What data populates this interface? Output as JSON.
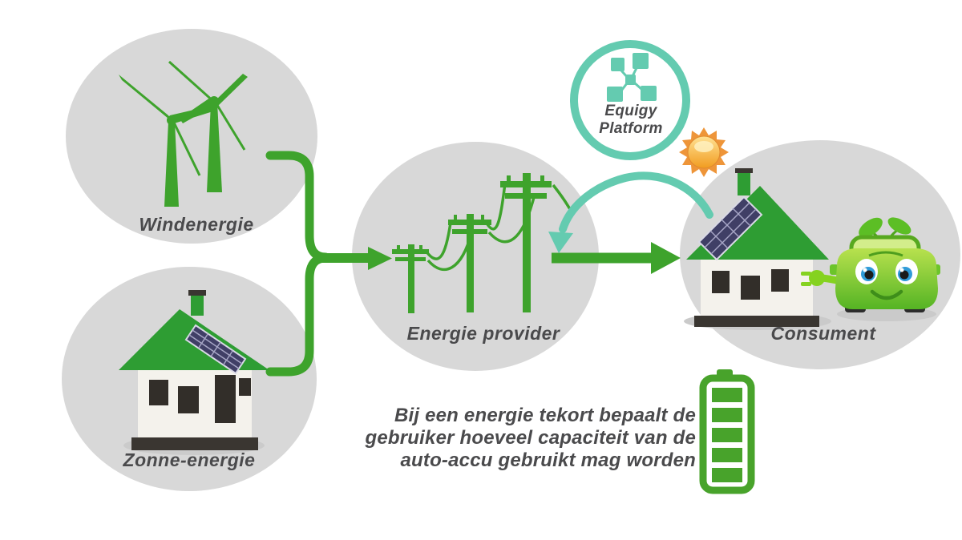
{
  "diagram_title": "Equigy platform energy flow infographic",
  "nodes": {
    "wind": {
      "label": "Windenergie"
    },
    "solar": {
      "label": "Zonne-energie"
    },
    "provider": {
      "label": "Energie provider"
    },
    "consumer": {
      "label": "Consument"
    },
    "platform": {
      "line1": "Equigy",
      "line2": "Platform"
    }
  },
  "caption": {
    "line1": "Bij een energie tekort bepaalt de",
    "line2": "gebruiker hoeveel capaciteit van de",
    "line3": "auto-accu gebruikt mag worden"
  },
  "flows": [
    {
      "from": "Windenergie",
      "to": "Energie provider",
      "style": "green-arrow"
    },
    {
      "from": "Zonne-energie",
      "to": "Energie provider",
      "style": "green-arrow"
    },
    {
      "from": "Energie provider",
      "to": "Consument",
      "style": "green-arrow"
    },
    {
      "from": "Consument",
      "to": "Energie provider",
      "style": "mint-curved-arrow",
      "via": "Equigy Platform"
    }
  ],
  "battery": {
    "level": "full",
    "bars": 5
  },
  "icons": [
    "wind-turbine-icon",
    "solar-house-icon",
    "power-lines-icon",
    "consumer-house-icon",
    "ev-car-icon",
    "plug-icon",
    "sun-icon",
    "battery-full-icon",
    "network-nodes-icon"
  ],
  "colors": {
    "green": "#3ea32c",
    "roof_green": "#2e9d33",
    "mint": "#64cbb0",
    "circle_gray": "#d8d8d8",
    "text_gray": "#4a4a4c",
    "battery_green": "#48a32b",
    "sun_orange": "#ee9539",
    "sun_yellow": "#f9c63d",
    "panel_blue": "#403f66",
    "plug_green": "#85d220",
    "window_dark": "#322e29",
    "house_white": "#f4f2ec"
  }
}
